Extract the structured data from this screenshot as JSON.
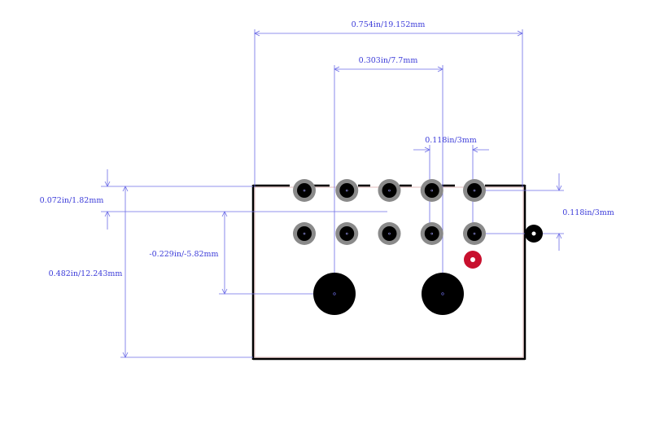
{
  "colors": {
    "background": "#ffffff",
    "outline": "#000000",
    "dimension": "#3b3bd9",
    "pad_ring": "#8a8a8a",
    "pad_core": "#000000",
    "pin1_marker": "#c8102e",
    "mount_hole": "#000000"
  },
  "dimensions": {
    "overall_width": "0.754in/19.152mm",
    "mount_hole_spacing": "0.303in/7.7mm",
    "pin_pitch_x": "0.118in/3mm",
    "row_offset_top": "0.072in/1.82mm",
    "hole_offset_y": "-0.229in/-5.82mm",
    "overall_height": "0.482in/12.243mm",
    "pin_pitch_y": "0.118in/3mm"
  },
  "footprint": {
    "pad_rows": 2,
    "pads_per_row": 5,
    "mount_holes": 2,
    "pin1_marker": true,
    "side_pad": true
  }
}
